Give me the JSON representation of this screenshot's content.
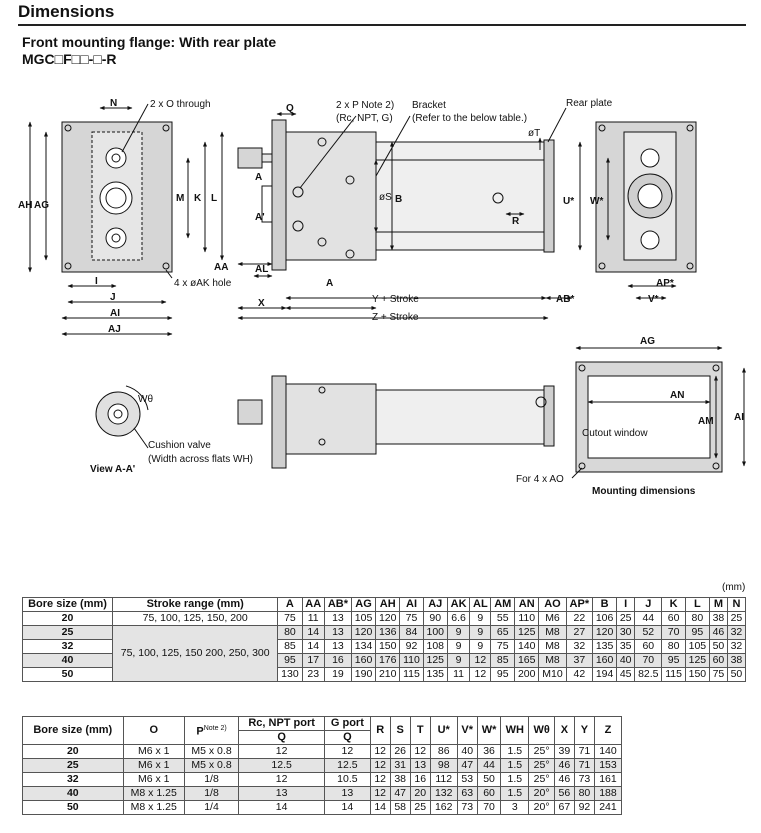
{
  "header": {
    "title": "Dimensions",
    "subtitle": "Front mounting flange: With rear plate",
    "model": "MGC□F□□-□-R"
  },
  "drawing_labels": {
    "n": "N",
    "o_through": "2 x O through",
    "q": "Q",
    "p_note": "2 x P Note 2)",
    "rc_npt_g": "(Rc, NPT, G)",
    "bracket": "Bracket",
    "refer": "(Refer to the below table.)",
    "rear_plate": "Rear plate",
    "t": "øT",
    "ah": "AH",
    "ag": "AG",
    "m": "M",
    "k": "K",
    "l": "L",
    "a_mark": "A",
    "a_prime": "A'",
    "s": "øS",
    "b": "B",
    "r": "R",
    "u": "U*",
    "w": "W*",
    "aa": "AA",
    "al": "AL",
    "ak_hole": "4 x øAK hole",
    "i": "I",
    "j": "J",
    "ai": "AI",
    "aj": "AJ",
    "x": "X",
    "a": "A",
    "y_stroke": "Y + Stroke",
    "ab": "AB*",
    "ap": "AP*",
    "v": "V*",
    "z_stroke": "Z + Stroke",
    "cushion_valve": "Cushion valve",
    "wh_flats": "(Width across flats WH)",
    "view_aa": "View A-A'",
    "wtheta": "Wθ",
    "ag2": "AG",
    "an": "AN",
    "am": "AM",
    "ai2": "AI",
    "cutout": "Cutout window",
    "ao": "For 4 x AO",
    "mounting": "Mounting dimensions"
  },
  "unit": "(mm)",
  "table1": {
    "headers": [
      "Bore size (mm)",
      "Stroke range (mm)",
      "A",
      "AA",
      "AB*",
      "AG",
      "AH",
      "AI",
      "AJ",
      "AK",
      "AL",
      "AM",
      "AN",
      "AO",
      "AP*",
      "B",
      "I",
      "J",
      "K",
      "L",
      "M",
      "N"
    ],
    "stroke_first": "75, 100, 125, 150, 200",
    "stroke_rest": "75, 100, 125, 150 200, 250, 300",
    "rows": [
      {
        "bore": "20",
        "c": [
          "75",
          "11",
          "13",
          "105",
          "120",
          "75",
          "90",
          "6.6",
          "9",
          "55",
          "110",
          "M6",
          "22",
          "106",
          "25",
          "44",
          "60",
          "80",
          "38",
          "25"
        ]
      },
      {
        "bore": "25",
        "c": [
          "80",
          "14",
          "13",
          "120",
          "136",
          "84",
          "100",
          "9",
          "9",
          "65",
          "125",
          "M8",
          "27",
          "120",
          "30",
          "52",
          "70",
          "95",
          "46",
          "32"
        ]
      },
      {
        "bore": "32",
        "c": [
          "85",
          "14",
          "13",
          "134",
          "150",
          "92",
          "108",
          "9",
          "9",
          "75",
          "140",
          "M8",
          "32",
          "135",
          "35",
          "60",
          "80",
          "105",
          "50",
          "32"
        ]
      },
      {
        "bore": "40",
        "c": [
          "95",
          "17",
          "16",
          "160",
          "176",
          "110",
          "125",
          "9",
          "12",
          "85",
          "165",
          "M8",
          "37",
          "160",
          "40",
          "70",
          "95",
          "125",
          "60",
          "38"
        ]
      },
      {
        "bore": "50",
        "c": [
          "130",
          "23",
          "19",
          "190",
          "210",
          "115",
          "135",
          "11",
          "12",
          "95",
          "200",
          "M10",
          "42",
          "194",
          "45",
          "82.5",
          "115",
          "150",
          "75",
          "50"
        ]
      }
    ]
  },
  "table2": {
    "headers": [
      "Bore size (mm)",
      "O",
      "P",
      "Note 2)",
      "Rc, NPT port",
      "Q",
      "G port",
      "Q",
      "R",
      "S",
      "T",
      "U*",
      "V*",
      "W*",
      "WH",
      "Wθ",
      "X",
      "Y",
      "Z"
    ],
    "rows": [
      {
        "bore": "20",
        "c": [
          "M6 x 1",
          "M5 x 0.8",
          "12",
          "12",
          "12",
          "26",
          "12",
          "86",
          "40",
          "36",
          "1.5",
          "25°",
          "39",
          "71",
          "140"
        ]
      },
      {
        "bore": "25",
        "c": [
          "M6 x 1",
          "M5 x 0.8",
          "12.5",
          "12.5",
          "12",
          "31",
          "13",
          "98",
          "47",
          "44",
          "1.5",
          "25°",
          "46",
          "71",
          "153"
        ]
      },
      {
        "bore": "32",
        "c": [
          "M6 x 1",
          "1/8",
          "12",
          "10.5",
          "12",
          "38",
          "16",
          "112",
          "53",
          "50",
          "1.5",
          "25°",
          "46",
          "73",
          "161"
        ]
      },
      {
        "bore": "40",
        "c": [
          "M8 x 1.25",
          "1/8",
          "13",
          "13",
          "12",
          "47",
          "20",
          "132",
          "63",
          "60",
          "1.5",
          "20°",
          "56",
          "80",
          "188"
        ]
      },
      {
        "bore": "50",
        "c": [
          "M8 x 1.25",
          "1/4",
          "14",
          "14",
          "14",
          "58",
          "25",
          "162",
          "73",
          "70",
          "3",
          "20°",
          "67",
          "92",
          "241"
        ]
      }
    ]
  }
}
